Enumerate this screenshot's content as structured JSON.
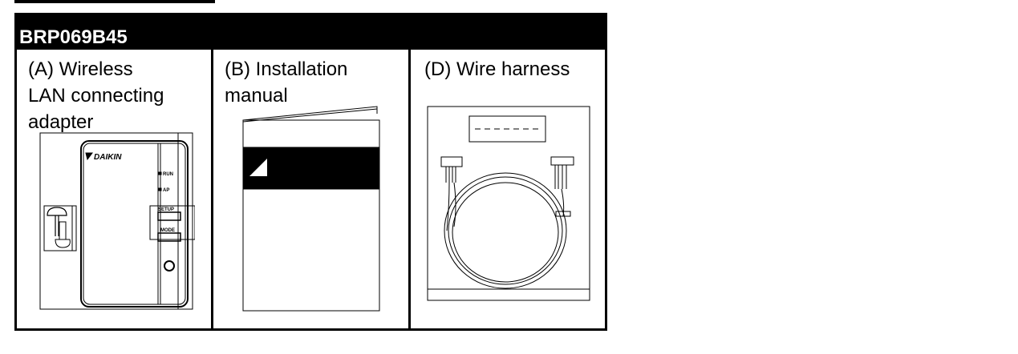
{
  "header": {
    "title": "BRP069B45"
  },
  "items": [
    {
      "label_line1": "(A) Wireless",
      "label_line2": "LAN connecting",
      "label_line3": "adapter"
    },
    {
      "label_line1": "(B) Installation",
      "label_line2": "manual"
    },
    {
      "label_line1": "(D) Wire harness"
    }
  ],
  "adapter": {
    "brand": "DAIKIN",
    "led_run": "RUN",
    "led_ap": "AP",
    "button_setup": "SETUP",
    "button_mode": "MODE"
  }
}
